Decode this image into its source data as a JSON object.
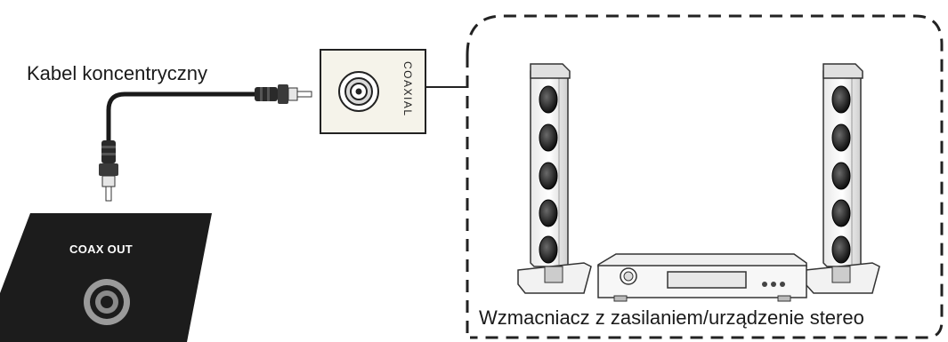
{
  "labels": {
    "cable": "Kabel koncentryczny",
    "coax_out": "COAX OUT",
    "coaxial": "COAXIAL",
    "amplifier": "Wzmacniacz z zasilaniem/urządzenie stereo"
  },
  "colors": {
    "device_panel": "#1c1c1c",
    "cable": "#1a1a1a",
    "connector_plate": "#f5f3ea",
    "dashed_border": "#222222"
  }
}
